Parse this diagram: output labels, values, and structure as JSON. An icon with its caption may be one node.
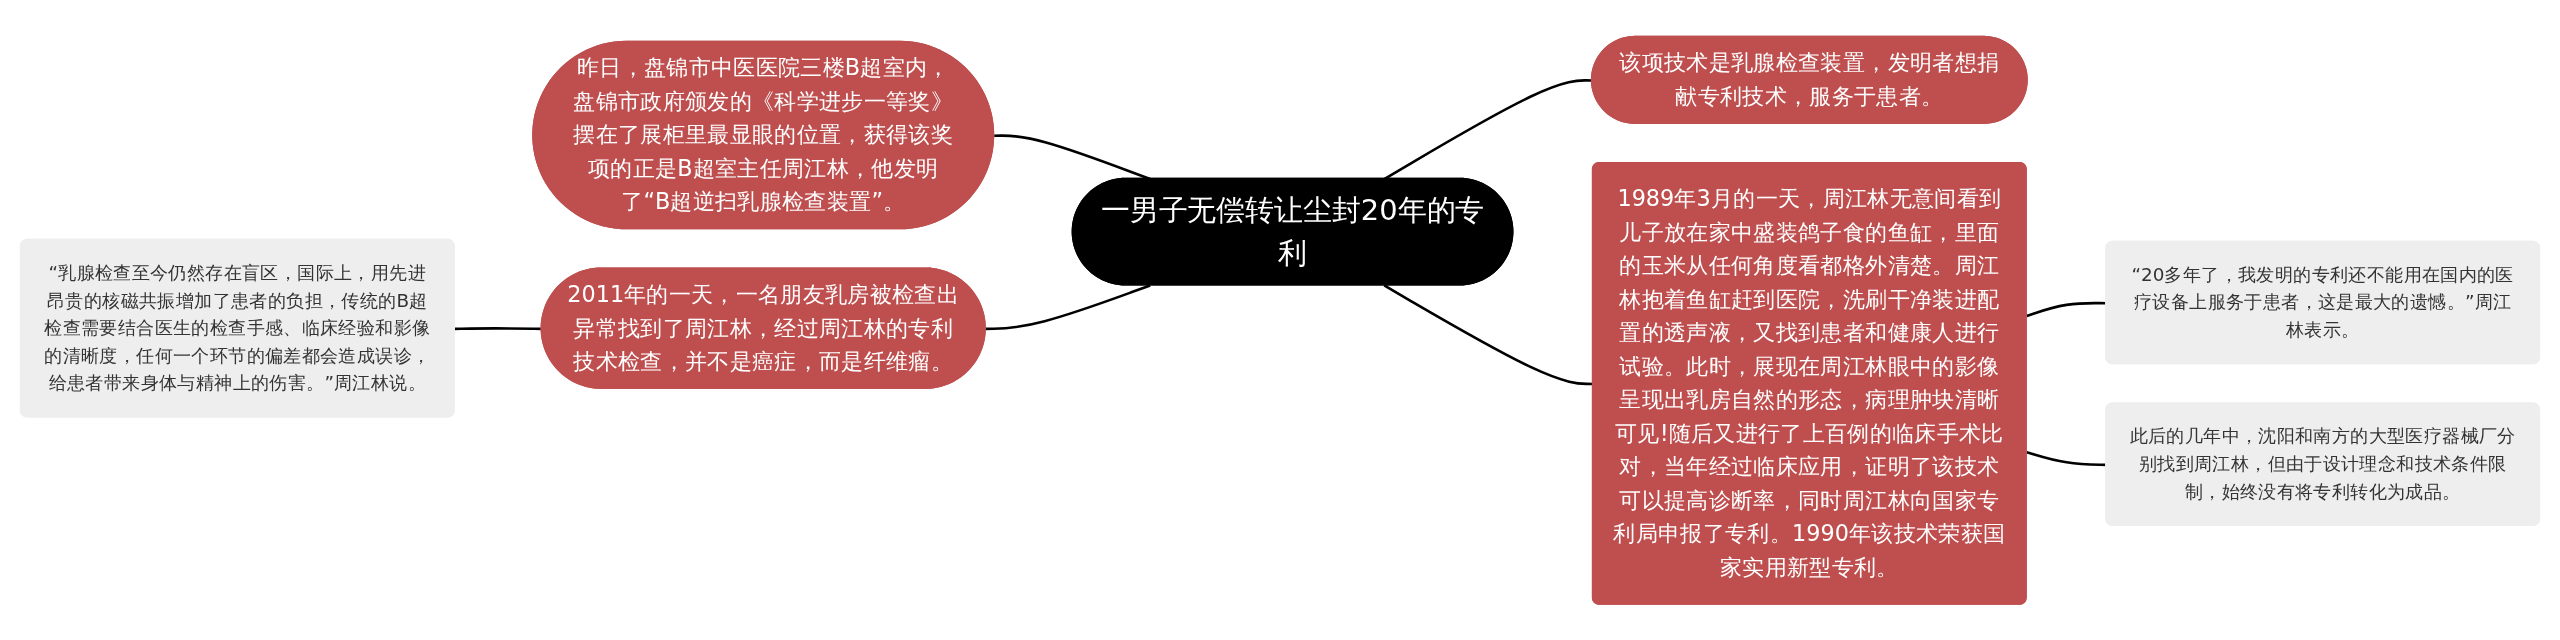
{
  "diagram": {
    "nodes": [
      {
        "text": [
          "一男子无偿转让尘封20年的专利"
        ]
      },
      {
        "text": [
          "昨日，盘锦市中医医院三楼B超室内，盘锦市政府颁发的《科学进步一等奖》摆在了展柜里最显眼的位置，获得该奖项的正是B超室主任周江林，他发明了“B超逆扫乳腺检查装置”。"
        ]
      },
      {
        "text": [
          "2011年的一天，一名朋友乳房被检查出异常找到了周江林，经过周江林的专利技术检查，并不是癌症，而是纤维瘤。"
        ]
      },
      {
        "text": [
          "“乳腺检查至今仍然存在盲区，国际上，用先进昂贵的核磁共振增加了患者的负担，传统的B超检查需要结合医生的检查手感、临床经验和影像的清晰度，任何一个环节的偏差都会造成误诊，给患者带来身体与精神上的伤害。”周江林说。"
        ]
      },
      {
        "text": [
          "该项技术是乳腺检查装置，发明者想捐献专利技术，服务于患者。"
        ]
      },
      {
        "text": [
          "1989年3月的一天，周江林无意间看到儿子放在家中盛装鸽子食的鱼缸，里面的玉米从任何角度看都格外清楚。周江林抱着鱼缸赶到医院，洗刷干净装进配置的透声液，又找到患者和健康人进行试验。此时，展现在周江林眼中的影像呈现出乳房自然的形态，病理肿块清晰可见!随后又进行了上百例的临床手术比对，当年经过临床应用，证明了该技术可以提高诊断率，同时周江林向国家专利局申报了专利。1990年该技术荣获国家实用新型专利。"
        ]
      },
      {
        "text": [
          "“20多年了，我发明的专利还不能用在国内的医疗设备上服务于患者，这是最大的遗憾。”周江林表示。"
        ]
      },
      {
        "text": [
          "此后的几年中，沈阳和南方的大型医疗器械厂分别找到周江林，但由于设计理念和技术条件限制，始终没有将专利转化为成品。"
        ]
      }
    ],
    "edges": [
      {
        "from": 1,
        "to": 0,
        "arrow": "none"
      },
      {
        "from": 3,
        "to": 2,
        "arrow": "none"
      },
      {
        "from": 2,
        "to": 0,
        "arrow": "none"
      },
      {
        "from": 0,
        "to": 4,
        "arrow": "none"
      },
      {
        "from": 0,
        "to": 5,
        "arrow": "none"
      },
      {
        "from": 5,
        "to": 6,
        "arrow": "none"
      },
      {
        "from": 5,
        "to": 7,
        "arrow": "none"
      }
    ]
  }
}
